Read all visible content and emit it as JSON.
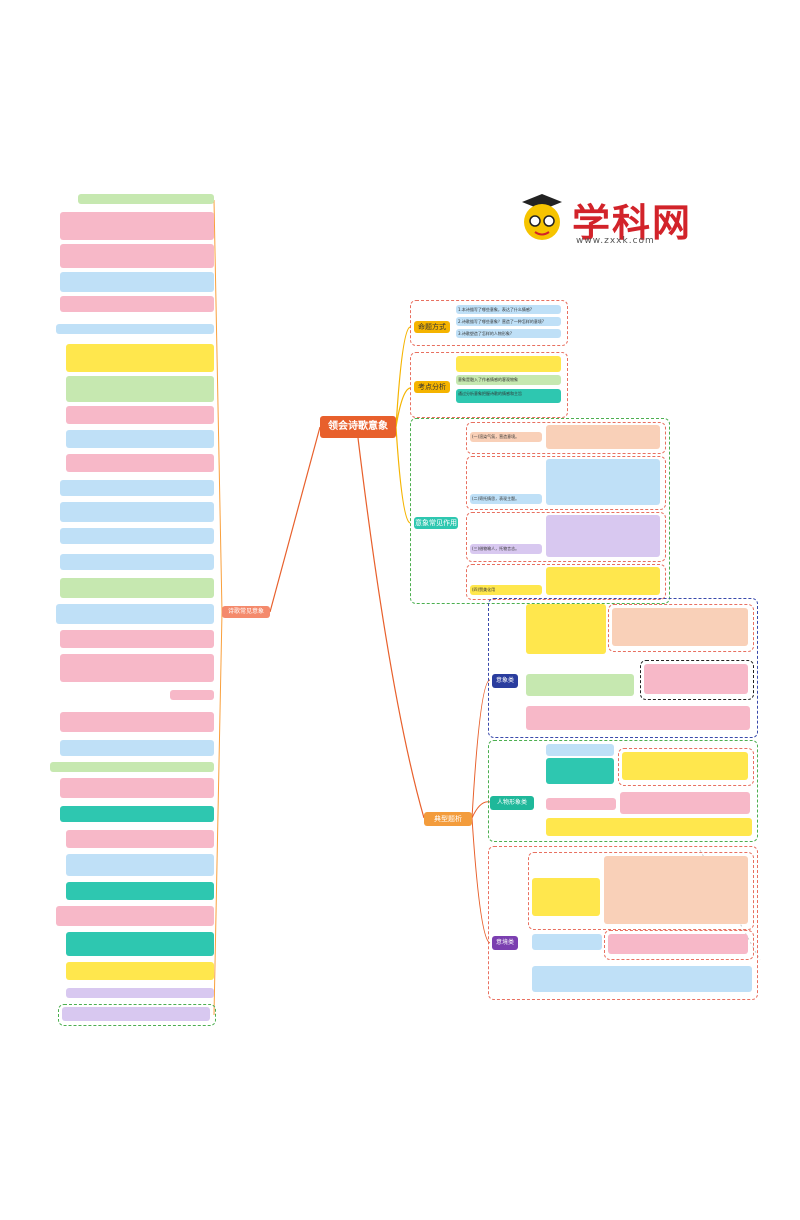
{
  "logo": {
    "text": "学科网",
    "url": "www.zxxk.com"
  },
  "root": "领会诗歌意象",
  "branches": {
    "b1": "命题方式",
    "b2": "考点分析",
    "b3": "意象常见作用",
    "b4": "典型题析",
    "left_hub": "诗歌常见意象"
  },
  "b1_items": [
    "1.本诗描写了哪些意象，表达了什么情感?",
    "2.诗歌描写了哪些意象？营造了一种怎样的意境?",
    "3.诗歌塑造了怎样的人物形象?"
  ],
  "b2_items": [
    "意象是融入了作者情感的客观物象",
    "通过分析意象把握诗歌的情感和主旨"
  ],
  "b3_items": [
    "(一)渲染气氛，营造意境。",
    "(二)寄托情思，表现主题。",
    "(三)借物喻人，托物言志。",
    "(四)赞美化用"
  ],
  "b4_groups": {
    "g1": "意象类",
    "g2": "人物形象类",
    "g3": "意境类"
  }
}
